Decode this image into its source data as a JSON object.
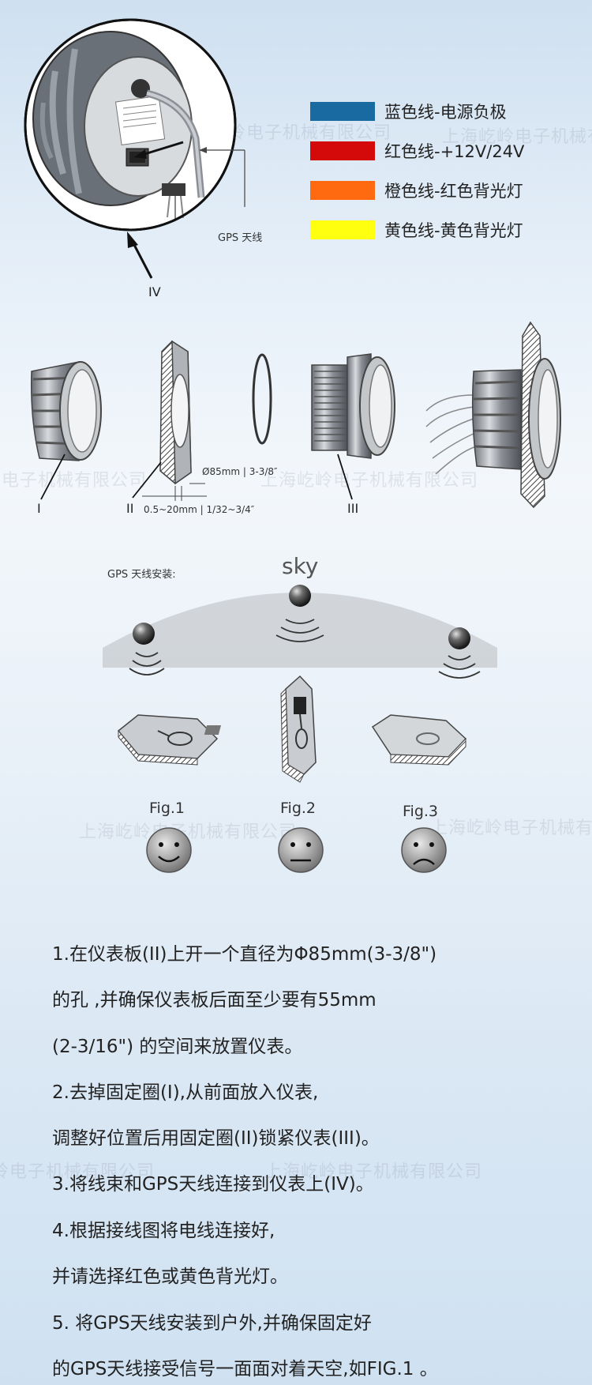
{
  "diagram": {
    "legend": [
      {
        "label": "蓝色线-电源负极",
        "color": "#1a6aa2"
      },
      {
        "label": "红色线-+12V/24V",
        "color": "#d40a0a"
      },
      {
        "label": "橙色线-红色背光灯",
        "color": "#ff6a10"
      },
      {
        "label": "黄色线-黄色背光灯",
        "color": "#ffff10"
      }
    ],
    "gps_antenna_label": "GPS 天线",
    "part_iv": "IV",
    "part_i": "I",
    "part_ii": "II",
    "part_iii": "III",
    "hole_dim": "Ø85mm | 3-3/8″",
    "panel_dim": "0.5~20mm | 1/32~3/4″",
    "gps_install_title": "GPS  天线安装:",
    "sky": "sky",
    "figs": [
      "Fig.1",
      "Fig.2",
      "Fig.3"
    ],
    "watermark": "上海屹岭电子机械有限公司"
  },
  "instructions": [
    "1.在仪表板(II)上开一个直径为Φ85mm(3-3/8\")",
    "的孔 ,并确保仪表板后面至少要有55mm",
    "(2-3/16\") 的空间来放置仪表。",
    "2.去掉固定圈(I),从前面放入仪表,",
    "调整好位置后用固定圈(II)锁紧仪表(III)。",
    "3.将线束和GPS天线连接到仪表上(IV)。",
    "4.根据接线图将电线连接好,",
    "并请选择红色或黄色背光灯。",
    "5. 将GPS天线安装到户外,并确保固定好",
    "的GPS天线接受信号一面面对着天空,如FIG.1 。"
  ]
}
